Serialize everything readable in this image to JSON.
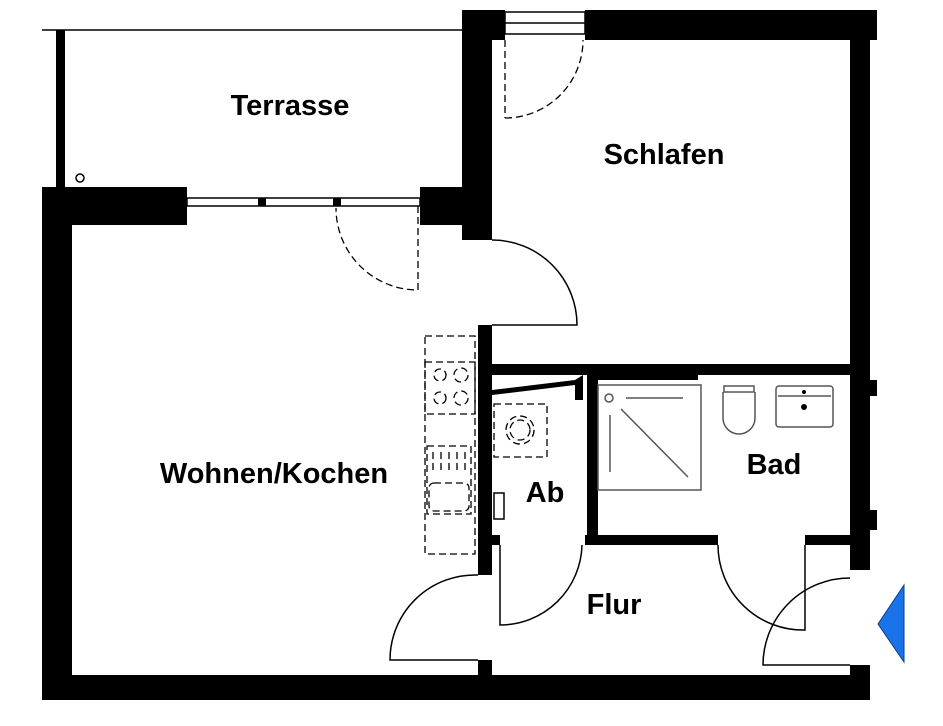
{
  "rooms": {
    "terrasse": "Terrasse",
    "schlafen": "Schlafen",
    "wohnen": "Wohnen/Kochen",
    "ab": "Ab",
    "bad": "Bad",
    "flur": "Flur"
  },
  "colors": {
    "wall": "#000000",
    "entrance_marker": "#1a73e8"
  }
}
